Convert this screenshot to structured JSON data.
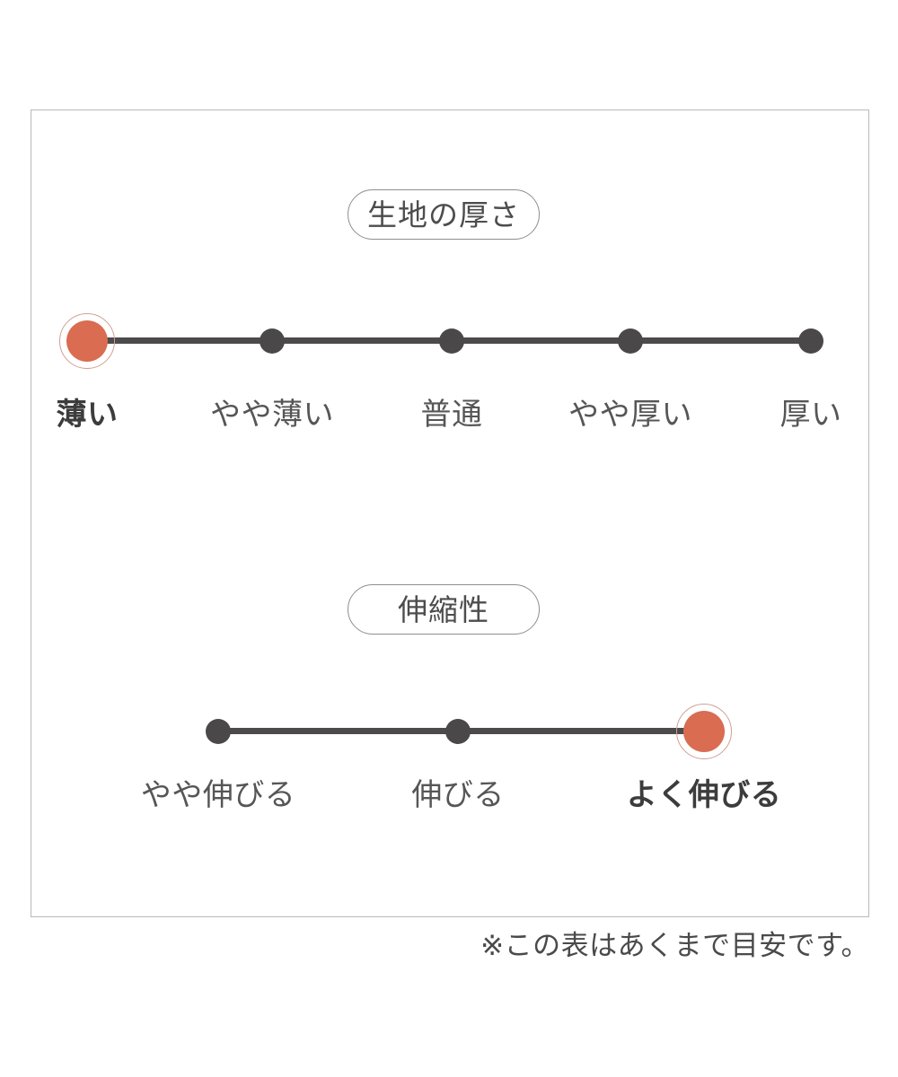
{
  "chart_data": {
    "type": "scatter",
    "title": "",
    "note": "※この表はあくまで目安です。",
    "scales": [
      {
        "id": "fabric-thickness",
        "title": "生地の厚さ",
        "categories": [
          "薄い",
          "やや薄い",
          "普通",
          "やや厚い",
          "厚い"
        ],
        "x": [
          97,
          303,
          503,
          702,
          903
        ],
        "selected_index": 0,
        "selected_value": "薄い",
        "values": [
          1,
          0,
          0,
          0,
          0
        ],
        "dot_color": "#4a4848",
        "active_color": "#d96c51",
        "track_color": "#4c4a4a"
      },
      {
        "id": "stretchiness",
        "title": "伸縮性",
        "categories": [
          "やや伸びる",
          "伸びる",
          "よく伸びる"
        ],
        "x": [
          243,
          510,
          784
        ],
        "selected_index": 2,
        "selected_value": "よく伸びる",
        "values": [
          0,
          0,
          1
        ],
        "dot_color": "#4a4848",
        "active_color": "#d96c51",
        "track_color": "#4c4a4a"
      }
    ],
    "legend": [],
    "grid": false,
    "xlabel": "",
    "ylabel": ""
  },
  "frame": {
    "border_color": "#b9b9b9"
  },
  "colors": {
    "background": "#ffffff",
    "accent": "#d96c51",
    "accent_ring": "#cfa094",
    "dot": "#4a4848",
    "text": "#4a4a4a",
    "pill_border": "#8e8e8e"
  },
  "thickness": {
    "title": "生地の厚さ",
    "labels": [
      {
        "text": "薄い",
        "selected": true
      },
      {
        "text": "やや薄い",
        "selected": false
      },
      {
        "text": "普通",
        "selected": false
      },
      {
        "text": "やや厚い",
        "selected": false
      },
      {
        "text": "厚い",
        "selected": false
      }
    ]
  },
  "stretch": {
    "title": "伸縮性",
    "labels": [
      {
        "text": "やや伸びる",
        "selected": false
      },
      {
        "text": "伸びる",
        "selected": false
      },
      {
        "text": "よく伸びる",
        "selected": true
      }
    ]
  },
  "footnote": "※この表はあくまで目安です。"
}
